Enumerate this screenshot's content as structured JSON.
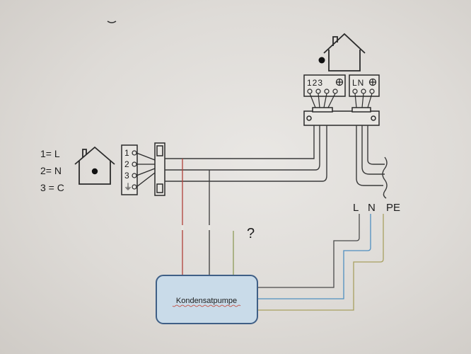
{
  "legend": {
    "line1": "1= L",
    "line2": "2= N",
    "line3": "3 = C"
  },
  "indoor_terminal": {
    "labels": [
      "1",
      "2",
      "3",
      "⏚"
    ]
  },
  "outdoor_terminal": {
    "numbered_labels": "123",
    "power_labels": "LN"
  },
  "supply": {
    "label_l": "L",
    "label_n": "N",
    "label_pe": "PE"
  },
  "question_mark": "?",
  "pump": {
    "label": "Kondensatpumpe"
  },
  "colors": {
    "wire_dark": "#3a3a3a",
    "wire_red": "#b0413a",
    "wire_blue": "#4f8fc0",
    "wire_green_yellow": "#a8a060",
    "pump_fill": "#c9dbe9",
    "pump_border": "#3f5f86"
  }
}
